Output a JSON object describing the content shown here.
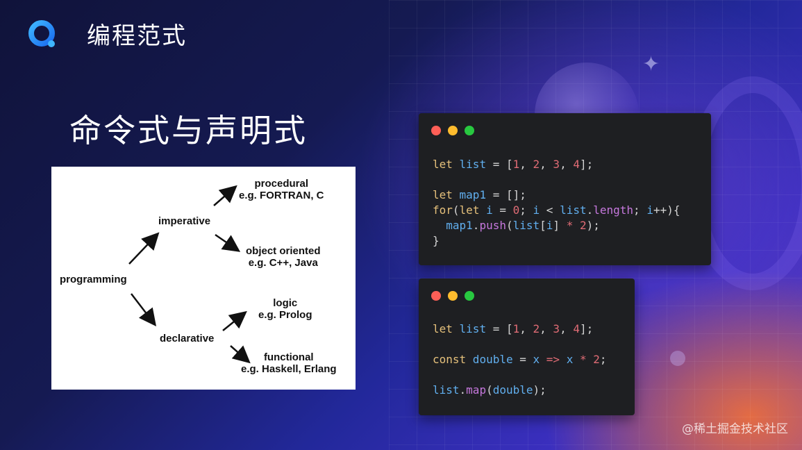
{
  "header": {
    "logo_icon": "q-logo-icon",
    "title": "编程范式"
  },
  "section": {
    "title": "命令式与声明式"
  },
  "diagram": {
    "root": "programming",
    "imperative": "imperative",
    "declarative": "declarative",
    "procedural": {
      "label": "procedural",
      "example": "e.g. FORTRAN, C"
    },
    "object_oriented": {
      "label": "object oriented",
      "example": "e.g. C++, Java"
    },
    "logic": {
      "label": "logic",
      "example": "e.g. Prolog"
    },
    "functional": {
      "label": "functional",
      "example": "e.g. Haskell, Erlang"
    }
  },
  "code_windows": [
    {
      "lines": [
        [
          [
            "let",
            "kw"
          ],
          [
            " list",
            "var"
          ],
          [
            " = [",
            "punc"
          ],
          [
            "1",
            "num"
          ],
          [
            ", ",
            "punc"
          ],
          [
            "2",
            "num"
          ],
          [
            ", ",
            "punc"
          ],
          [
            "3",
            "num"
          ],
          [
            ", ",
            "punc"
          ],
          [
            "4",
            "num"
          ],
          [
            "];",
            "punc"
          ]
        ],
        [],
        [
          [
            "let",
            "kw"
          ],
          [
            " map1",
            "var"
          ],
          [
            " = [];",
            "punc"
          ]
        ],
        [
          [
            "for",
            "kw"
          ],
          [
            "(",
            "punc"
          ],
          [
            "let",
            "kw"
          ],
          [
            " i",
            "var"
          ],
          [
            " = ",
            "punc"
          ],
          [
            "0",
            "num"
          ],
          [
            "; ",
            "punc"
          ],
          [
            "i",
            "var"
          ],
          [
            " < ",
            "punc"
          ],
          [
            "list",
            "var"
          ],
          [
            ".",
            "punc"
          ],
          [
            "length",
            "prop"
          ],
          [
            "; ",
            "punc"
          ],
          [
            "i",
            "var"
          ],
          [
            "++){",
            "punc"
          ]
        ],
        [
          [
            "  map1",
            "var"
          ],
          [
            ".",
            "punc"
          ],
          [
            "push",
            "fn"
          ],
          [
            "(",
            "punc"
          ],
          [
            "list",
            "var"
          ],
          [
            "[",
            "punc"
          ],
          [
            "i",
            "var"
          ],
          [
            "] ",
            "punc"
          ],
          [
            "*",
            "op"
          ],
          [
            " ",
            "punc"
          ],
          [
            "2",
            "num"
          ],
          [
            ");",
            "punc"
          ]
        ],
        [
          [
            "}",
            "punc"
          ]
        ]
      ]
    },
    {
      "lines": [
        [
          [
            "let",
            "kw"
          ],
          [
            " list",
            "var"
          ],
          [
            " = [",
            "punc"
          ],
          [
            "1",
            "num"
          ],
          [
            ", ",
            "punc"
          ],
          [
            "2",
            "num"
          ],
          [
            ", ",
            "punc"
          ],
          [
            "3",
            "num"
          ],
          [
            ", ",
            "punc"
          ],
          [
            "4",
            "num"
          ],
          [
            "];",
            "punc"
          ]
        ],
        [],
        [
          [
            "const",
            "kw"
          ],
          [
            " double",
            "var"
          ],
          [
            " = ",
            "punc"
          ],
          [
            "x",
            "var"
          ],
          [
            " => ",
            "op"
          ],
          [
            "x",
            "var"
          ],
          [
            " ",
            "punc"
          ],
          [
            "*",
            "op"
          ],
          [
            " ",
            "punc"
          ],
          [
            "2",
            "num"
          ],
          [
            ";",
            "punc"
          ]
        ],
        [],
        [
          [
            "list",
            "var"
          ],
          [
            ".",
            "punc"
          ],
          [
            "map",
            "fn"
          ],
          [
            "(",
            "punc"
          ],
          [
            "double",
            "var"
          ],
          [
            ");",
            "punc"
          ]
        ]
      ]
    }
  ],
  "colors": {
    "kw": "#e5c07b",
    "var": "#61afef",
    "punc": "#d4d4d4",
    "num": "#e06c75",
    "prop": "#c678dd",
    "fn": "#c678dd",
    "op": "#e06c75"
  },
  "watermark": "@稀土掘金技术社区"
}
